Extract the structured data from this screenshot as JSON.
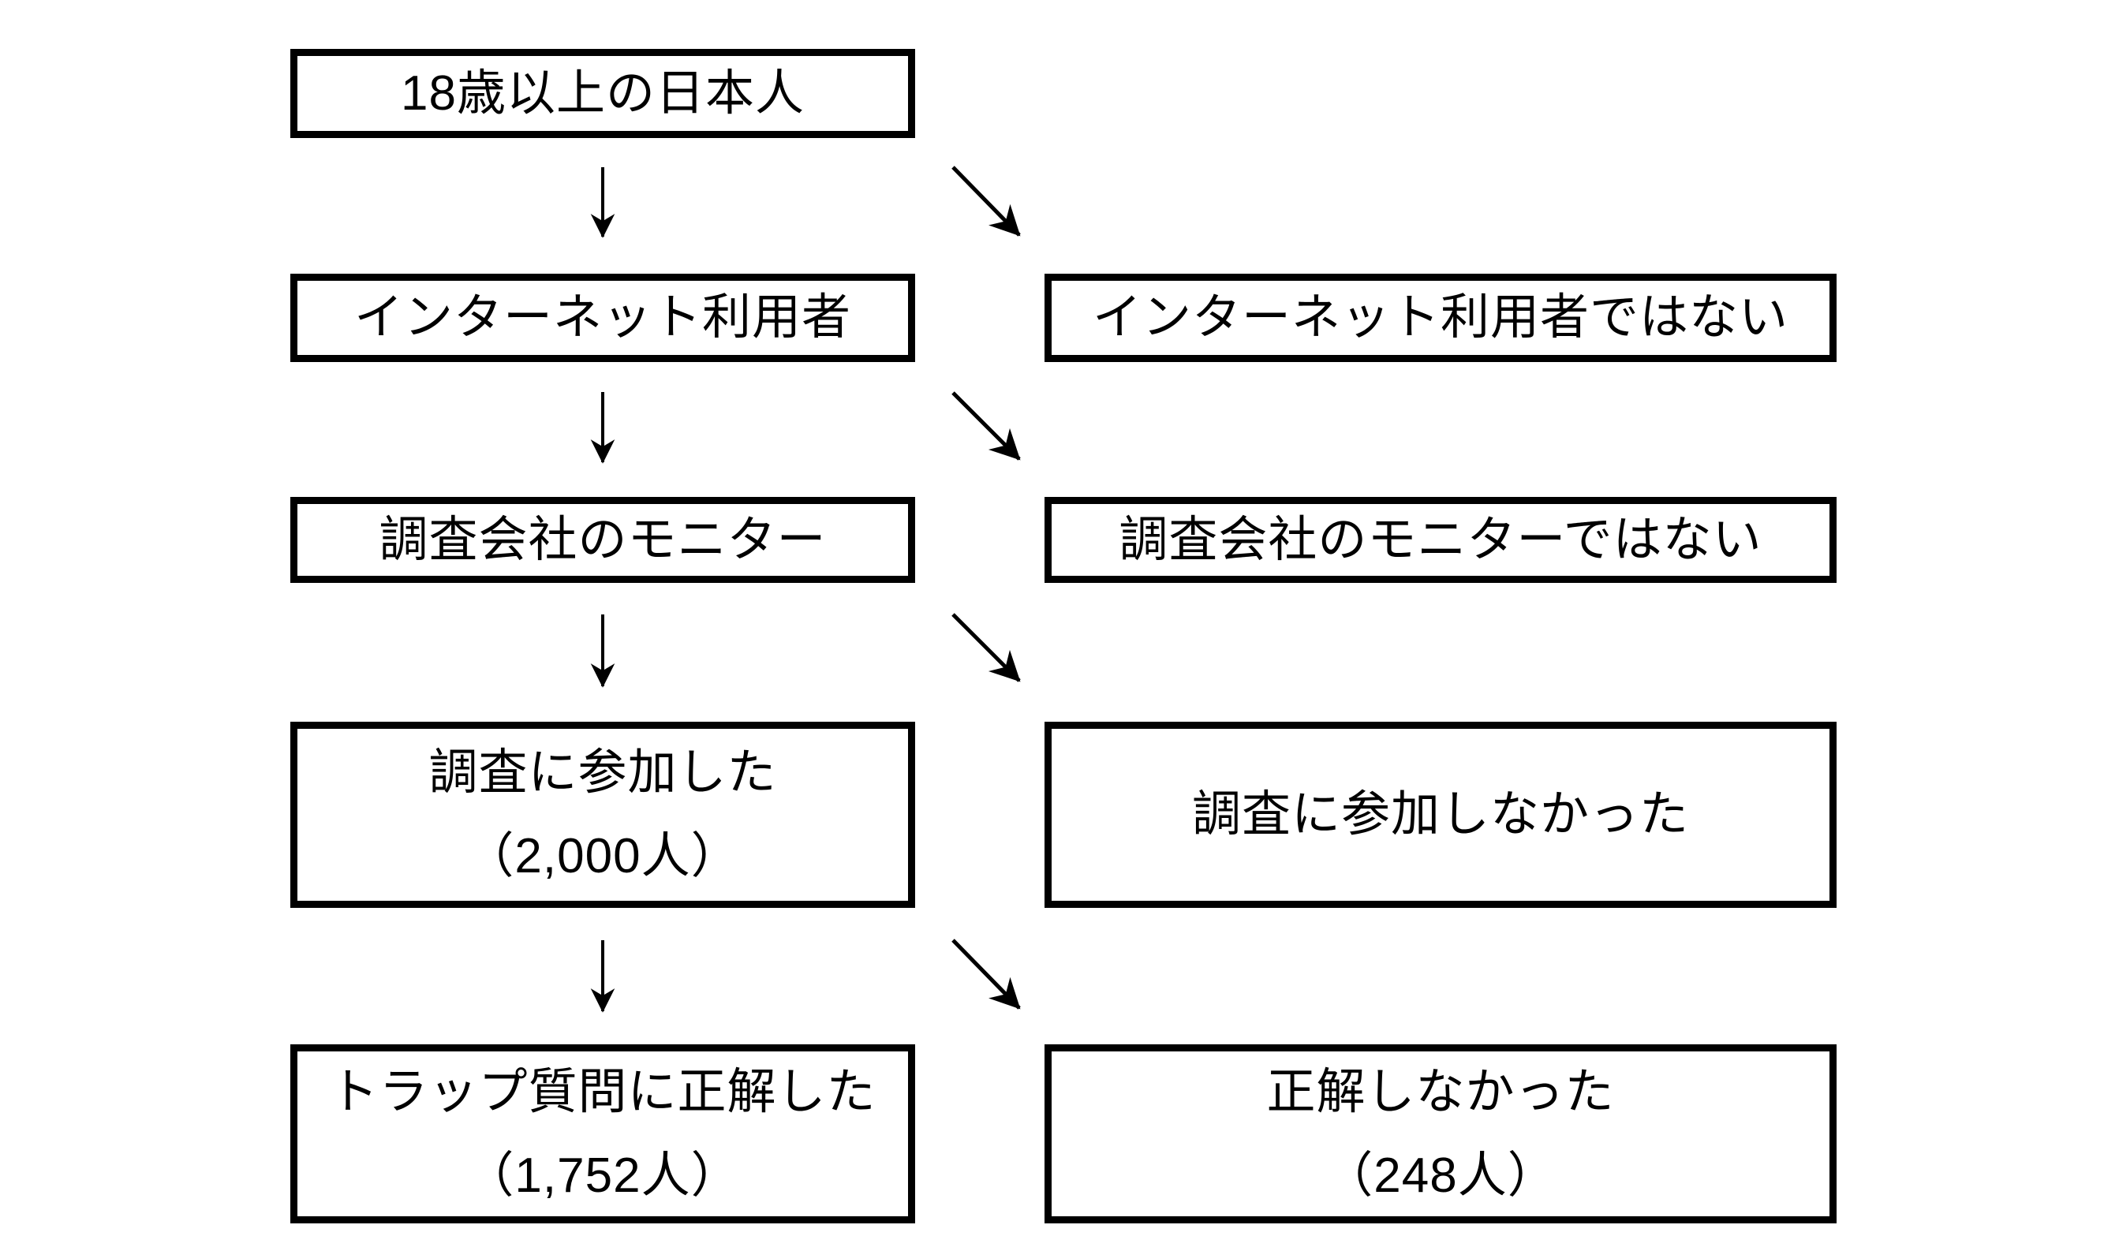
{
  "page": {
    "background_color": "#ffffff",
    "box_border_color": "#000000",
    "arrow_color": "#000000",
    "text_color": "#000000"
  },
  "flowchart": {
    "type": "participant-selection-flow",
    "nodes": {
      "japanese_adults": {
        "lines": [
          "18歳以上の日本人"
        ]
      },
      "internet_user": {
        "lines": [
          "インターネット利用者"
        ]
      },
      "not_internet_user": {
        "lines": [
          "インターネット利用者ではない"
        ]
      },
      "survey_monitor": {
        "lines": [
          "調査会社のモニター"
        ]
      },
      "not_survey_monitor": {
        "lines": [
          "調査会社のモニターではない"
        ]
      },
      "participated": {
        "lines": [
          "調査に参加した",
          "（2,000人）"
        ]
      },
      "not_participated": {
        "lines": [
          "調査に参加しなかった"
        ]
      },
      "trap_correct": {
        "lines": [
          "トラップ質問に正解した",
          "（1,752人）"
        ]
      },
      "trap_incorrect": {
        "lines": [
          "正解しなかった",
          "（248人）"
        ]
      }
    },
    "edges": [
      {
        "from": "japanese_adults",
        "to": "internet_user",
        "style": "straight-down"
      },
      {
        "from": "japanese_adults",
        "to": "not_internet_user",
        "style": "diagonal-branch"
      },
      {
        "from": "internet_user",
        "to": "survey_monitor",
        "style": "straight-down"
      },
      {
        "from": "internet_user",
        "to": "not_survey_monitor",
        "style": "diagonal-branch"
      },
      {
        "from": "survey_monitor",
        "to": "participated",
        "style": "straight-down"
      },
      {
        "from": "survey_monitor",
        "to": "not_participated",
        "style": "diagonal-branch"
      },
      {
        "from": "participated",
        "to": "trap_correct",
        "style": "straight-down"
      },
      {
        "from": "participated",
        "to": "trap_incorrect",
        "style": "diagonal-branch"
      }
    ]
  }
}
